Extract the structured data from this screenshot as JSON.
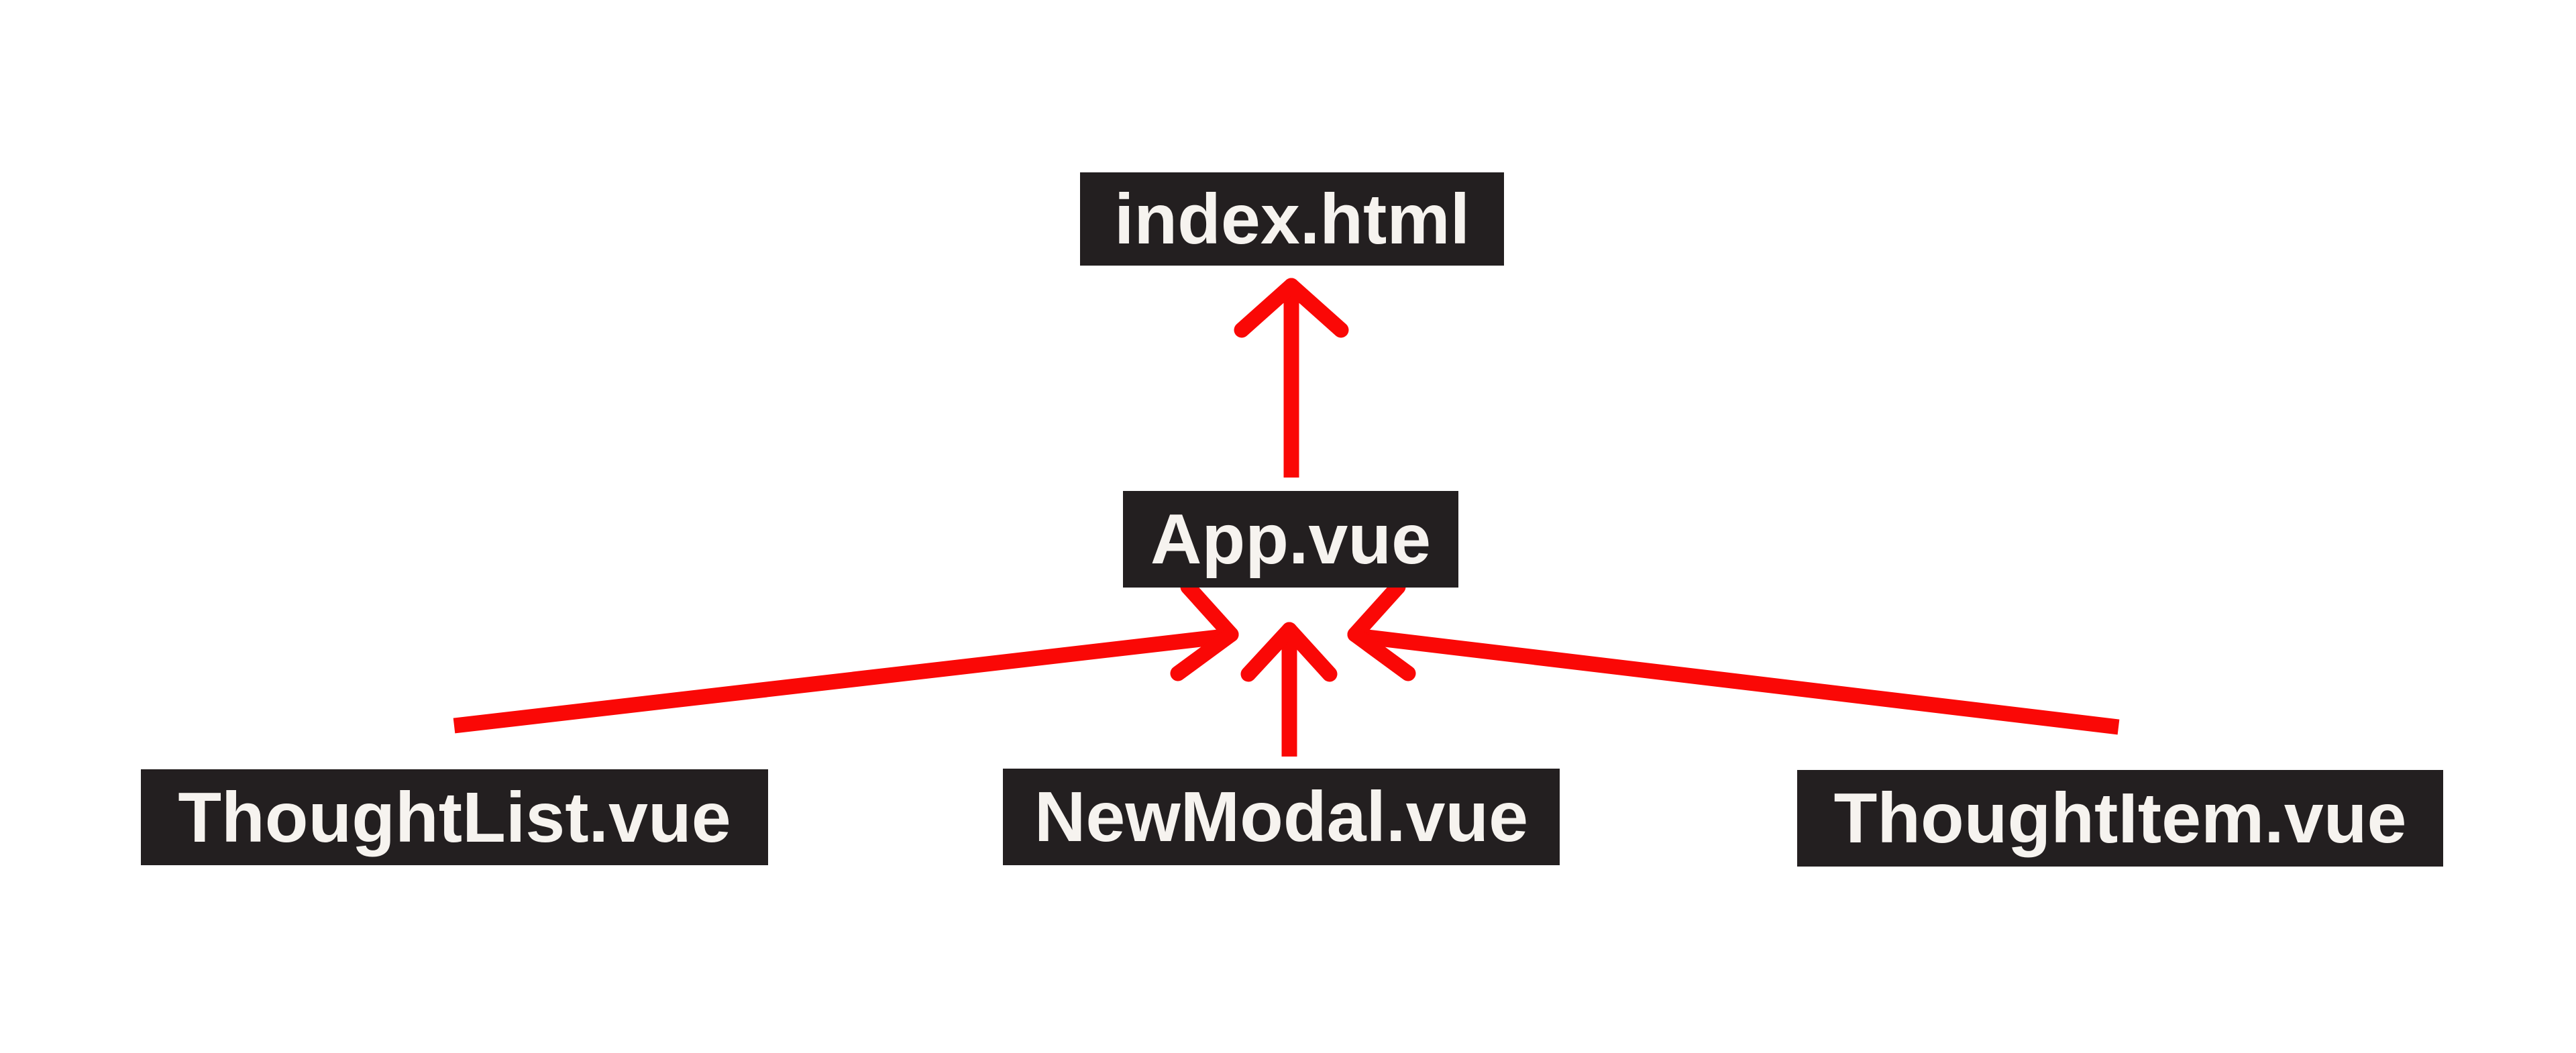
{
  "diagram": {
    "type": "component-hierarchy",
    "nodes": [
      {
        "id": "index-html",
        "label": "index.html"
      },
      {
        "id": "app-vue",
        "label": "App.vue"
      },
      {
        "id": "thoughtlist-vue",
        "label": "ThoughtList.vue"
      },
      {
        "id": "newmodal-vue",
        "label": "NewModal.vue"
      },
      {
        "id": "thoughtitem-vue",
        "label": "ThoughtItem.vue"
      }
    ],
    "edges": [
      {
        "from": "app-vue",
        "to": "index-html"
      },
      {
        "from": "thoughtlist-vue",
        "to": "app-vue"
      },
      {
        "from": "newmodal-vue",
        "to": "app-vue"
      },
      {
        "from": "thoughtitem-vue",
        "to": "app-vue"
      }
    ]
  },
  "colors": {
    "background": "#ffffff",
    "node_bg": "#231f20",
    "node_text": "#f6f3ef",
    "arrow": "#fa0806"
  }
}
